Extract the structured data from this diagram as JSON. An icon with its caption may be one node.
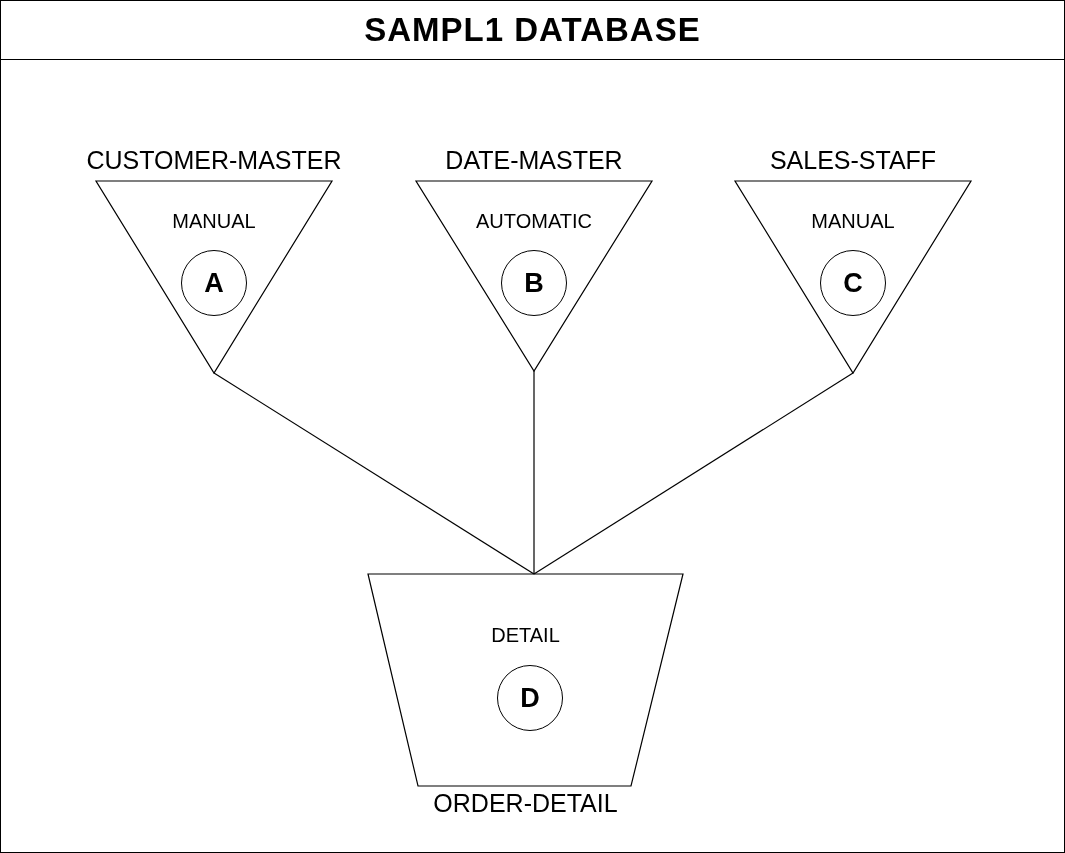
{
  "diagram": {
    "title": "SAMPL1 DATABASE",
    "nodes": [
      {
        "text": [
          "CUSTOMER-MASTER",
          "MANUAL"
        ]
      },
      {
        "text": [
          "A"
        ],
        "in": 0
      },
      {
        "text": [
          "DATE-MASTER",
          "AUTOMATIC"
        ]
      },
      {
        "text": [
          "B"
        ],
        "in": 2
      },
      {
        "text": [
          "SALES-STAFF",
          "MANUAL"
        ]
      },
      {
        "text": [
          "C"
        ],
        "in": 4
      },
      {
        "text": [
          "DETAIL",
          "ORDER-DETAIL"
        ]
      },
      {
        "text": [
          "D"
        ],
        "in": 6
      }
    ],
    "edges": [
      {
        "from": 0,
        "to": 6,
        "arrow": "none"
      },
      {
        "from": 2,
        "to": 6,
        "arrow": "none"
      },
      {
        "from": 4,
        "to": 6,
        "arrow": "none"
      }
    ]
  }
}
